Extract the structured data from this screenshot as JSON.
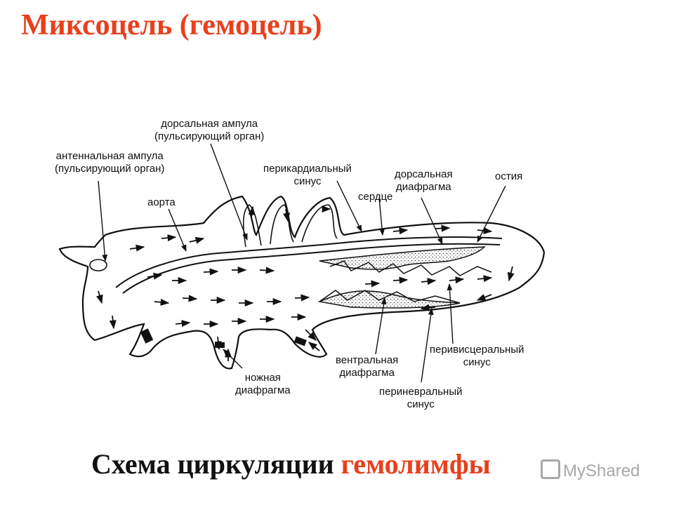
{
  "slide": {
    "title": "Миксоцель (гемоцель)",
    "caption_main": "Схема циркуляции ",
    "caption_accent": "гемолимфы",
    "watermark": "MyShared"
  },
  "labels": {
    "dorsal_ampulla": "дорсальная ампула",
    "dorsal_ampulla_sub": "(пульсирующий орган)",
    "antennal_ampulla": "антеннальная ампула",
    "antennal_ampulla_sub": "(пульсирующий орган)",
    "aorta": "аорта",
    "pericardial_sinus": "перикардиальный",
    "pericardial_sinus_sub": "синус",
    "heart": "сердце",
    "dorsal_diaphragm": "дорсальная",
    "dorsal_diaphragm_sub": "диафрагма",
    "ostia": "остия",
    "ventral_diaphragm": "вентральная",
    "ventral_diaphragm_sub": "диафрагма",
    "perivisceral_sinus": "перивисцеральный",
    "perivisceral_sinus_sub": "синус",
    "leg_diaphragm": "ножная",
    "leg_diaphragm_sub": "диафрагма",
    "perineural_sinus": "периневральный",
    "perineural_sinus_sub": "синус"
  },
  "colors": {
    "accent": "#e8401c",
    "text": "#111111",
    "line": "#111111"
  }
}
